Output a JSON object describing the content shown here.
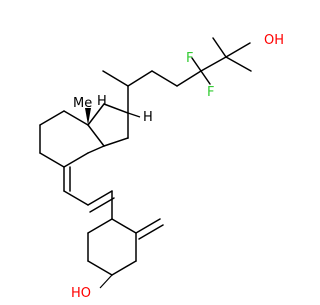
{
  "molecule": {
    "atom_labels": {
      "hydroxyl_top": "OH",
      "fluorine_left": "F",
      "fluorine_right": "F",
      "hydroxyl_bottom": "HO",
      "angular_hydrogen_right": "H",
      "angular_hydrogen_left": "H",
      "methyl_label": "Me"
    },
    "colors": {
      "bond": "#000000",
      "oxygen": "#ff0000",
      "fluorine": "#33cc33",
      "carbon_text": "#000000",
      "background": "#ffffff"
    }
  }
}
